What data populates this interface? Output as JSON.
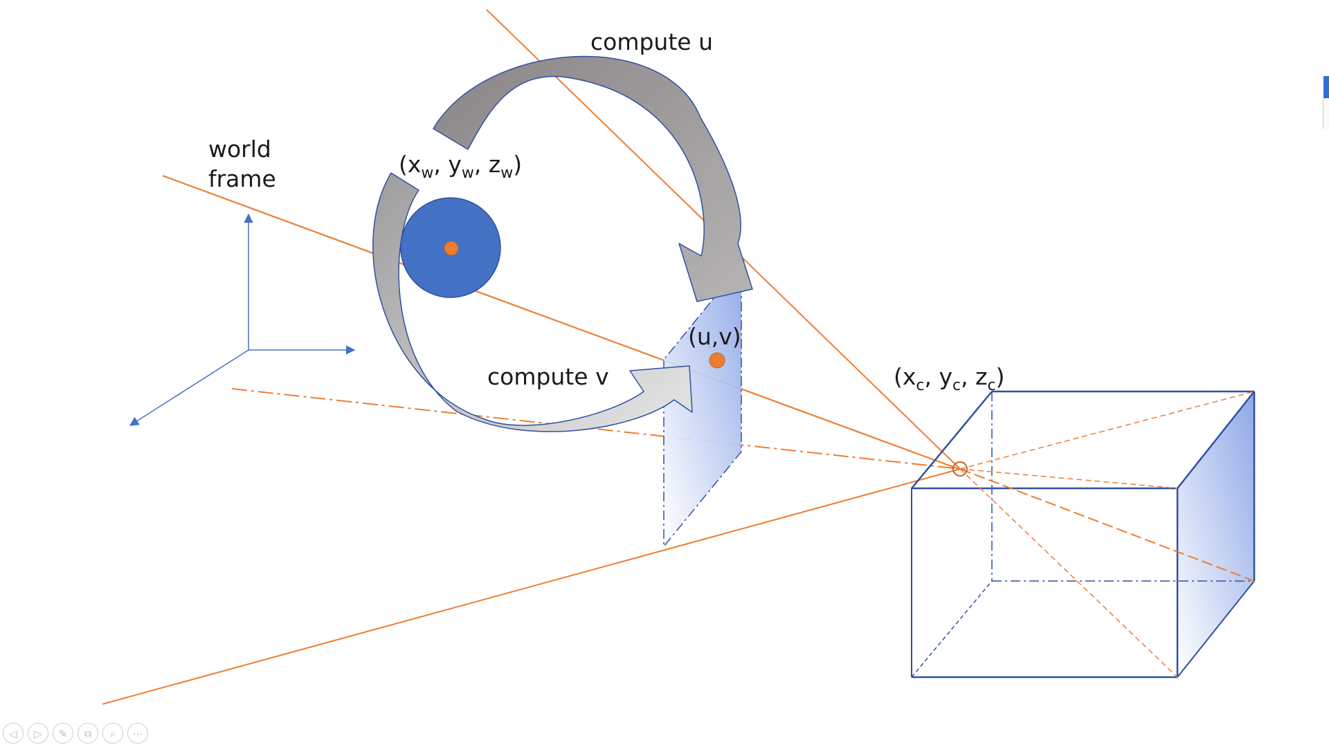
{
  "labels": {
    "compute_u": "compute u",
    "compute_v": "compute v",
    "world_frame_line1": "world",
    "world_frame_line2": "frame",
    "uv": "(u,v)",
    "world_point": {
      "open": "(x",
      "x_sub": "w",
      "sep1": ", y",
      "y_sub": "w",
      "sep2": ", z",
      "z_sub": "w",
      "close": ")"
    },
    "camera_point": {
      "open": "(x",
      "x_sub": "c",
      "sep1": ", y",
      "y_sub": "c",
      "sep2": ", z",
      "z_sub": "c",
      "close": ")"
    }
  },
  "colors": {
    "orange": "#ED7D31",
    "blue": "#4472C4",
    "dark_blue": "#2F4FA2",
    "arrow_gray_dark": "#8a8788",
    "arrow_gray_light": "#d8d8d8",
    "plane_fill": "#8FA8E8"
  },
  "toolbar": {
    "buttons": [
      {
        "icon": "prev-slide-icon",
        "glyph": "◁"
      },
      {
        "icon": "next-slide-icon",
        "glyph": "▷"
      },
      {
        "icon": "pen-icon",
        "glyph": "✎"
      },
      {
        "icon": "slides-grid-icon",
        "glyph": "⧉"
      },
      {
        "icon": "zoom-icon",
        "glyph": "⌕"
      },
      {
        "icon": "more-icon",
        "glyph": "⋯"
      }
    ]
  }
}
